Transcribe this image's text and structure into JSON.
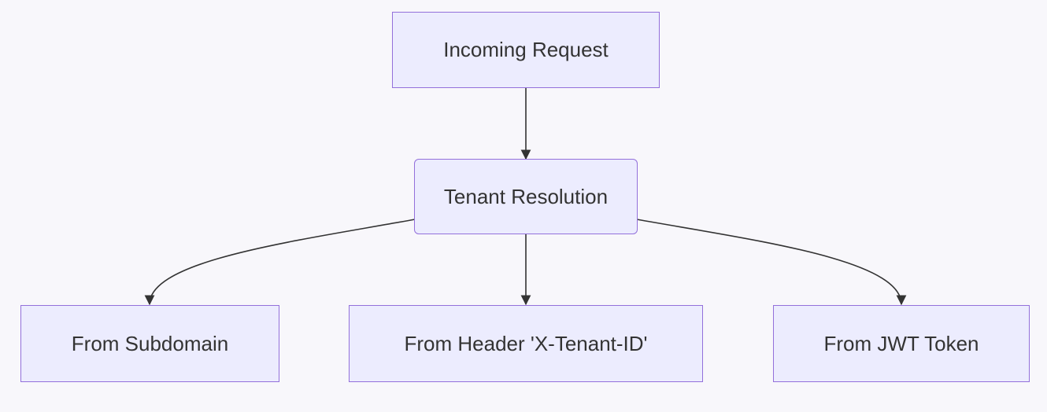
{
  "diagram": {
    "type": "flowchart",
    "nodes": {
      "incoming": {
        "label": "Incoming Request"
      },
      "tenant": {
        "label": "Tenant Resolution"
      },
      "subdomain": {
        "label": "From Subdomain"
      },
      "header": {
        "label": "From Header 'X-Tenant-ID'"
      },
      "jwt": {
        "label": "From JWT Token"
      }
    },
    "edges": [
      {
        "from": "incoming",
        "to": "tenant"
      },
      {
        "from": "tenant",
        "to": "subdomain"
      },
      {
        "from": "tenant",
        "to": "header"
      },
      {
        "from": "tenant",
        "to": "jwt"
      }
    ],
    "colors": {
      "node_fill": "#ececfe",
      "node_border": "#9370db",
      "edge": "#333333",
      "text": "#333333",
      "background": "#f8f7fb"
    }
  }
}
